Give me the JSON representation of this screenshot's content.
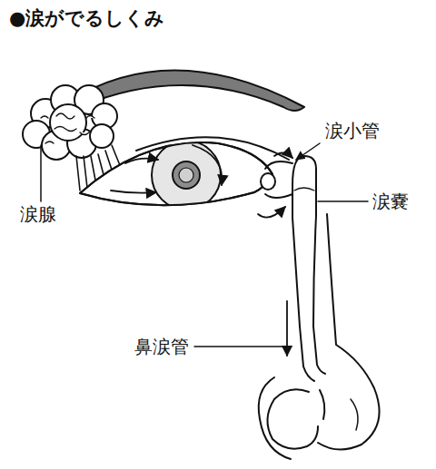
{
  "diagram": {
    "title": "●涙がでるしくみ",
    "labels": [
      "涙腺",
      "涙小管",
      "涙嚢",
      "鼻涙管"
    ]
  }
}
